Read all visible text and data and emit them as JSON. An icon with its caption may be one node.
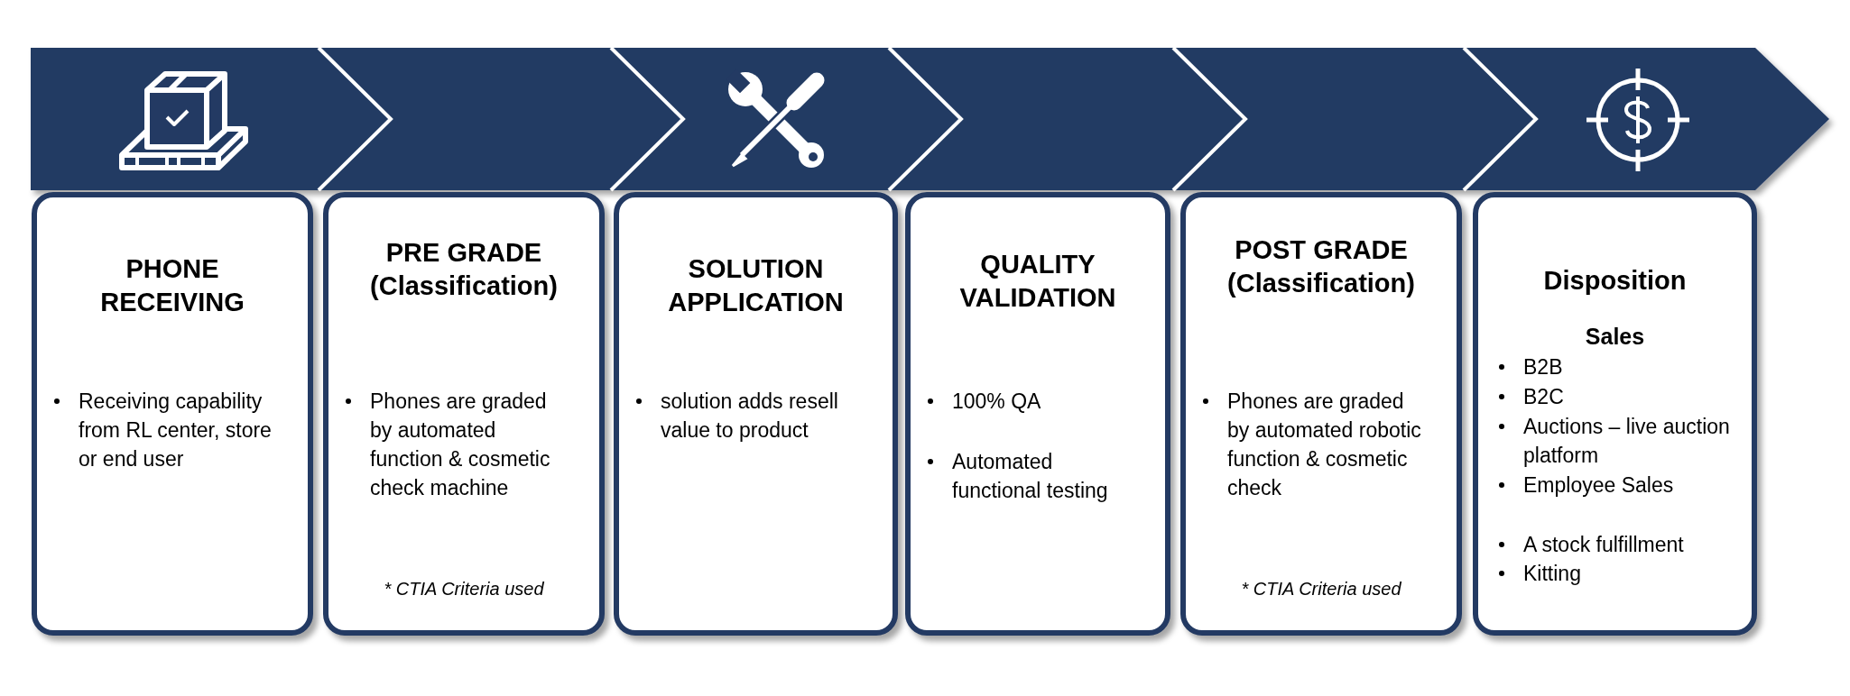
{
  "diagram": {
    "nodes": [
      {
        "text": [
          "PHONE RECEIVING",
          "Receiving capability from RL center, store or end user"
        ]
      },
      {
        "text": [
          "PRE GRADE (Classification)",
          "Phones are graded by automated function & cosmetic check machine",
          "* CTIA Criteria used"
        ]
      },
      {
        "text": [
          "SOLUTION APPLICATION",
          "solution adds resell value to product"
        ]
      },
      {
        "text": [
          "QUALITY VALIDATION",
          "100% QA",
          "Automated functional testing"
        ]
      },
      {
        "text": [
          "POST GRADE (Classification)",
          "Phones are graded by automated robotic function & cosmetic check",
          "* CTIA Criteria used"
        ]
      },
      {
        "text": [
          "Disposition",
          "Sales",
          "B2B",
          "B2C",
          "Auctions – live auction platform",
          "Employee Sales",
          "A stock fulfillment",
          "Kitting"
        ]
      }
    ]
  }
}
